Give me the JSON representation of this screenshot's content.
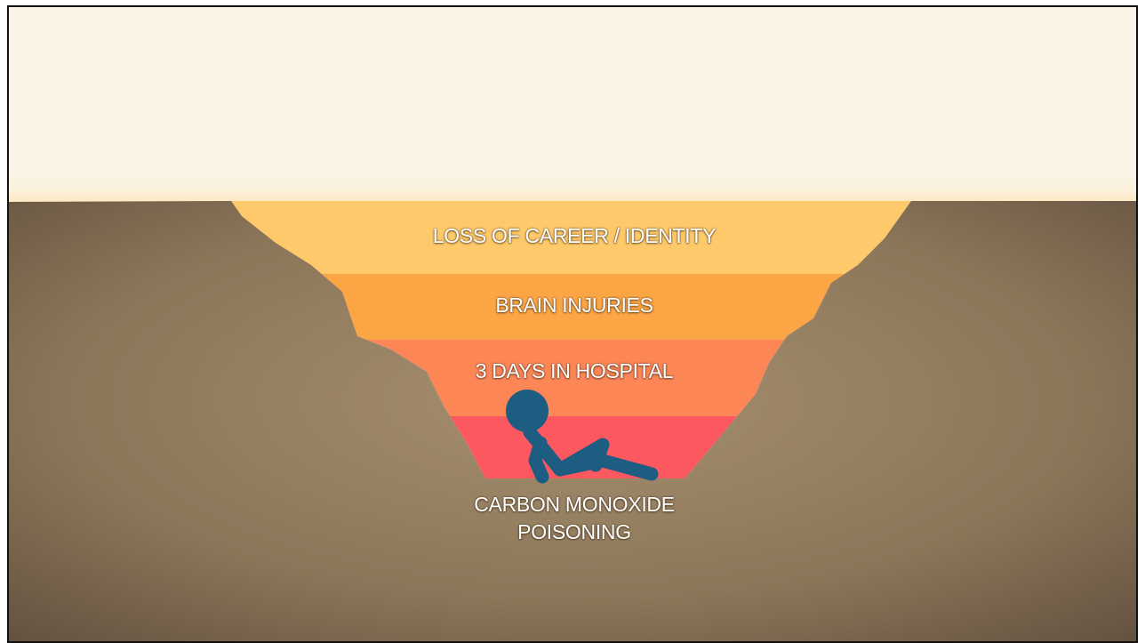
{
  "layers": [
    {
      "label": "LOSS OF CAREER / IDENTITY",
      "color": "#fec96a"
    },
    {
      "label": "BRAIN INJURIES",
      "color": "#fca545"
    },
    {
      "label": "3 DAYS IN HOSPITAL",
      "color": "#fc8656"
    }
  ],
  "bottom_layer": {
    "color": "#fc5860"
  },
  "bottom_label": {
    "line1": "CARBON MONOXIDE",
    "line2": "POISONING"
  },
  "colors": {
    "sky": "#faf4e6",
    "ground": "#9c866a",
    "ground_dark": "#6a5747",
    "figure": "#1e5d82"
  }
}
